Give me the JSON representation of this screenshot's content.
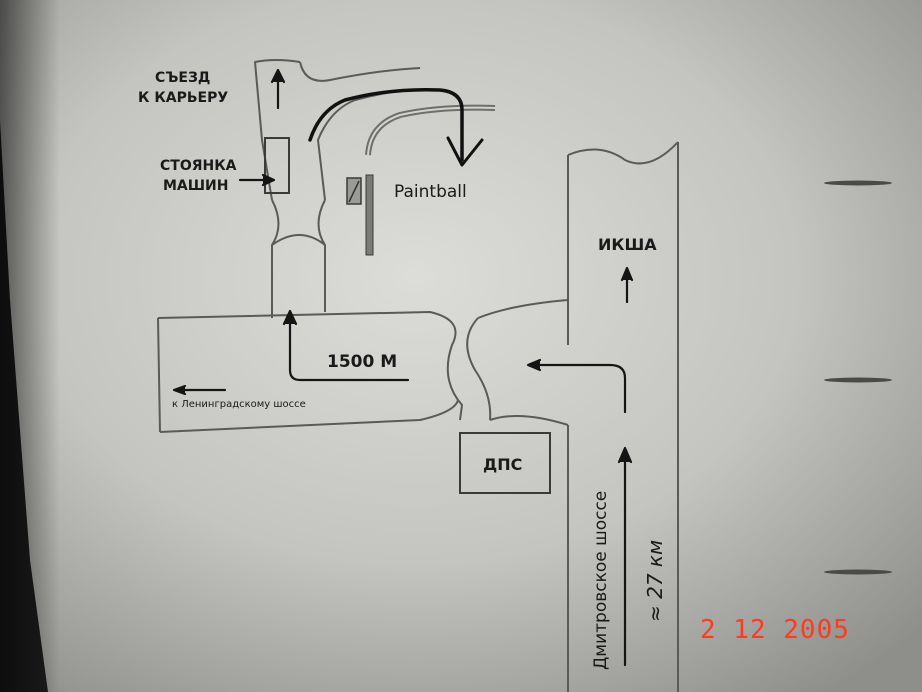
{
  "map": {
    "labels": {
      "quarry_exit_line1": "СЪЕЗД",
      "quarry_exit_line2": "К КАРЬЕРУ",
      "parking_line1": "СТОЯНКА",
      "parking_line2": "МАШИН",
      "paintball": "Paintball",
      "ikshа": "ИКША",
      "distance": "1500 М",
      "to_leningradskoe": "к Ленинградскому шоссе",
      "dps": "ДПС",
      "dmitrovskoe": "Дмитровское шоссе",
      "km": "≈ 27 км"
    }
  },
  "photo": {
    "date_stamp": "2 12 2005",
    "date_color": "#ff3b1f"
  }
}
